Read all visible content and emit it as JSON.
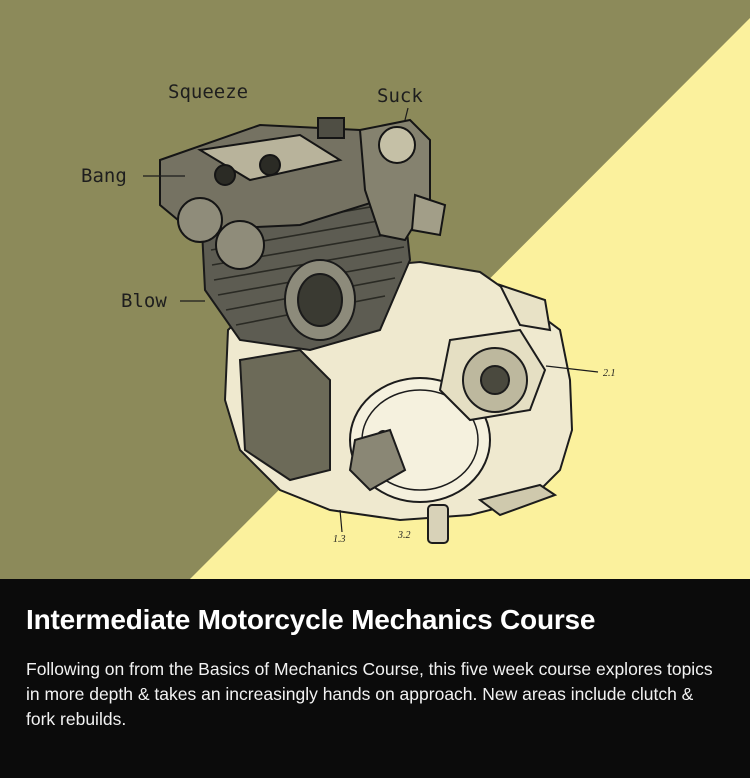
{
  "colors": {
    "olive_background": "#8c8a5a",
    "yellow_background": "#fbf19d",
    "caption_background": "#0b0b0b",
    "caption_text": "#ffffff"
  },
  "illustration": {
    "labels": {
      "squeeze": "Squeeze",
      "suck": "Suck",
      "bang": "Bang",
      "blow": "Blow",
      "ref_2_1": "2.1",
      "ref_1_3": "1.3",
      "ref_3_2": "3.2"
    }
  },
  "course": {
    "title": "Intermediate Motorcycle Mechanics Course",
    "description": "Following on from the Basics of Mechanics Course, this five week course explores topics in more depth & takes an increasingly hands on approach. New areas include clutch & fork rebuilds."
  }
}
